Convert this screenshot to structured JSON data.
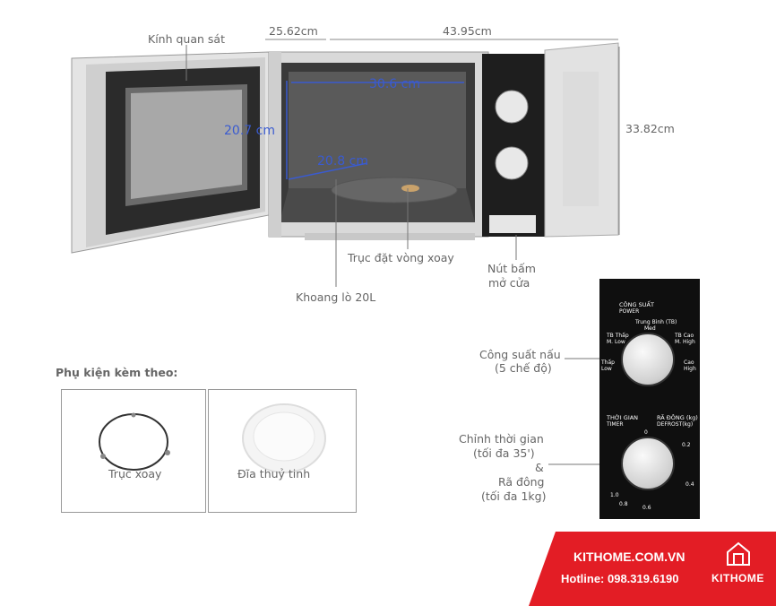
{
  "labels": {
    "window": "Kính quan sát",
    "dim_depth": "25.62cm",
    "dim_width": "43.95cm",
    "dim_height": "33.82cm",
    "inner_width": "30.6 cm",
    "inner_height": "20.7 cm",
    "inner_depth": "20.8 cm",
    "turntable_axis": "Trục đặt vòng xoay",
    "door_button_1": "Nút bấm",
    "door_button_2": "mở cửa",
    "cavity": "Khoang lò 20L",
    "power_1": "Công suất nấu",
    "power_2": "(5 chế độ)",
    "timer_1": "Chỉnh thời gian",
    "timer_2": "(tối đa 35')",
    "timer_3": "&",
    "timer_4": "Rã đông",
    "timer_5": "(tối đa 1kg)"
  },
  "accessories": {
    "title": "Phụ kiện kèm theo:",
    "items": [
      {
        "label": "Trục xoay"
      },
      {
        "label": "Đĩa thuỷ tinh"
      }
    ]
  },
  "panel": {
    "power_title": "CÔNG SUẤT",
    "power_sub": "POWER",
    "medium": "Trung Bình (TB)",
    "medium_en": "Med",
    "low": "TB Thấp",
    "low_en": "M. Low",
    "tb_cao": "TB Cao",
    "tb_cao_en": "M. High",
    "thap": "Thấp",
    "thap_en": "Low",
    "cao": "Cao",
    "cao_en": "High",
    "timer_title": "THỜI GIAN",
    "timer_en": "TIMER",
    "defrost_title": "RÃ ĐÔNG (kg)",
    "defrost_en": "DEFROST(kg)",
    "nums": [
      "0",
      "0.2",
      "0.4",
      "0.6",
      "0.8",
      "1.0"
    ]
  },
  "footer": {
    "site": "KITHOME.COM.VN",
    "hotline": "Hotline: 098.319.6190",
    "brand": "KITHOME"
  },
  "colors": {
    "brand_red": "#e31d25",
    "accent_blue": "#3a5bd0"
  }
}
